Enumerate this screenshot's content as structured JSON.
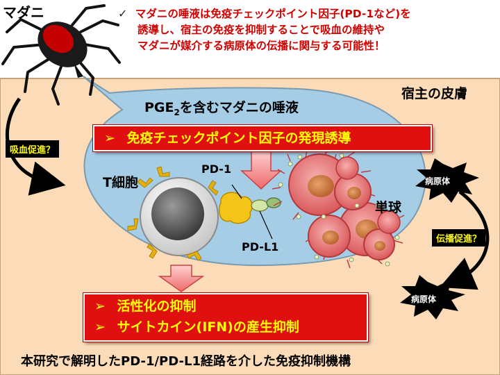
{
  "tick_label": "マダニ",
  "top_note": {
    "check": "✓",
    "lines": [
      "マダニの唾液は免疫チェックポイント因子(PD-1など)を",
      "誘導し、宿主の免疫を抑制することで吸血の維持や",
      "マダニが媒介する病原体の伝播に関与する可能性！"
    ]
  },
  "host_skin_label": "宿主の皮膚",
  "saliva": {
    "pre": "PGE",
    "sub": "2",
    "post": "を含むマダニの唾液"
  },
  "induction_box": {
    "bullet": "➢",
    "text": "免疫チェックポイント因子の発現誘導"
  },
  "t_cell_label": "T細胞",
  "pd1_label": "PD-1",
  "pdl1_label": "PD-L1",
  "monocyte_label": "単球",
  "blood_feeding_tag": "吸血促進？",
  "transmission_tag": "伝播促進？",
  "pathogen_labels": [
    "病原体",
    "病原体"
  ],
  "result_box": {
    "bullet": "➢",
    "items": [
      "活性化の抑制",
      "サイトカイン(IFN)の産生抑制"
    ]
  },
  "footer": "本研究で解明したPD-1/PD-L1経路を介した免疫抑制機構",
  "colors": {
    "skin": "#fcdcb8",
    "skin_border": "#c6a07a",
    "fluid": "#a6cde6",
    "accent_red": "#e01010",
    "note_red": "#d00000",
    "text_yellow": "#ffff00"
  }
}
